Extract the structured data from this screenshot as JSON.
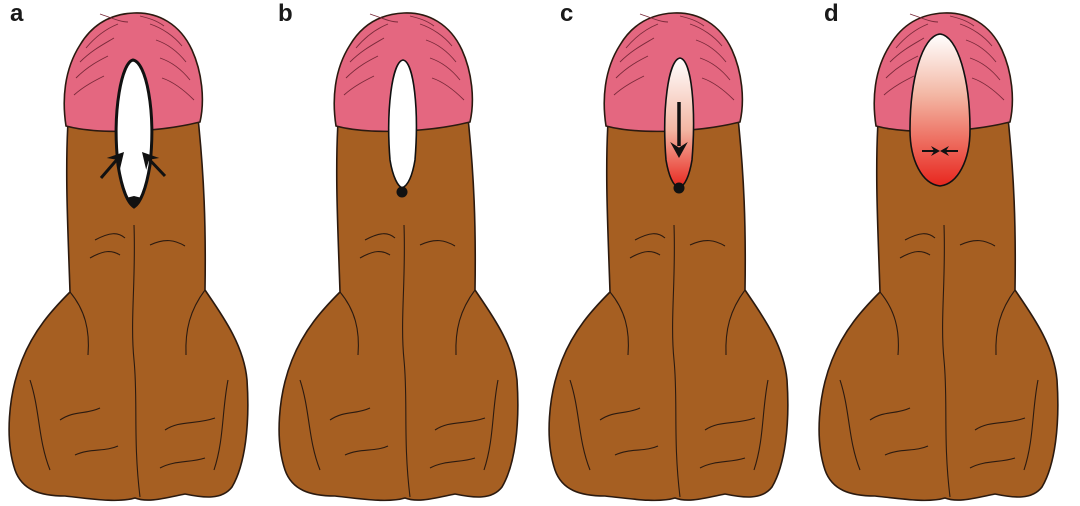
{
  "panels": [
    {
      "id": "a",
      "label": "a",
      "variant": "a"
    },
    {
      "id": "b",
      "label": "b",
      "variant": "b"
    },
    {
      "id": "c",
      "label": "c",
      "variant": "c"
    },
    {
      "id": "d",
      "label": "d",
      "variant": "d"
    }
  ],
  "colors": {
    "skin": "#A65F22",
    "glans": "#E46780",
    "outline": "#2b1a10",
    "red": "#E8261E",
    "white": "#ffffff"
  }
}
